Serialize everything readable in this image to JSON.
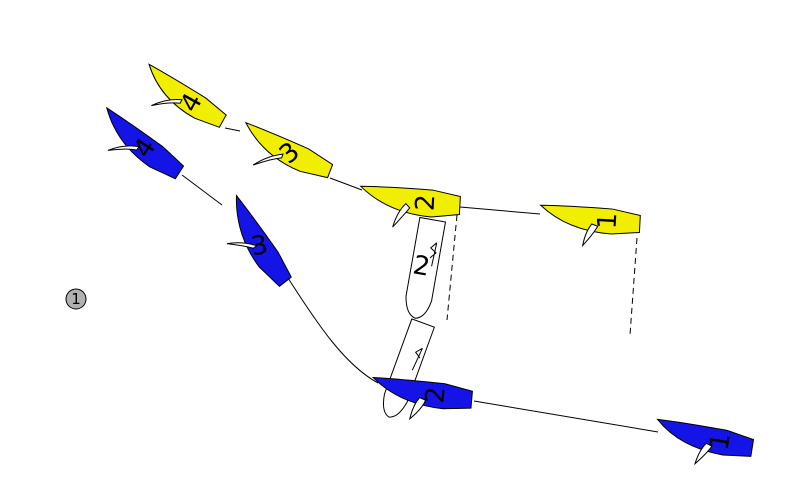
{
  "marker": {
    "label": "1",
    "fill": "#b0b0b0"
  },
  "colors": {
    "yellow": "#f2ee00",
    "blue": "#1414e6",
    "white": "#ffffff"
  },
  "yellow_boats": [
    {
      "label": "4"
    },
    {
      "label": "3"
    },
    {
      "label": "2"
    },
    {
      "label": "1"
    }
  ],
  "blue_boats": [
    {
      "label": "4"
    },
    {
      "label": "3"
    },
    {
      "label": "2"
    },
    {
      "label": "1"
    }
  ],
  "ghost_boats": [
    {
      "label": "2"
    },
    {
      "label": ""
    }
  ]
}
